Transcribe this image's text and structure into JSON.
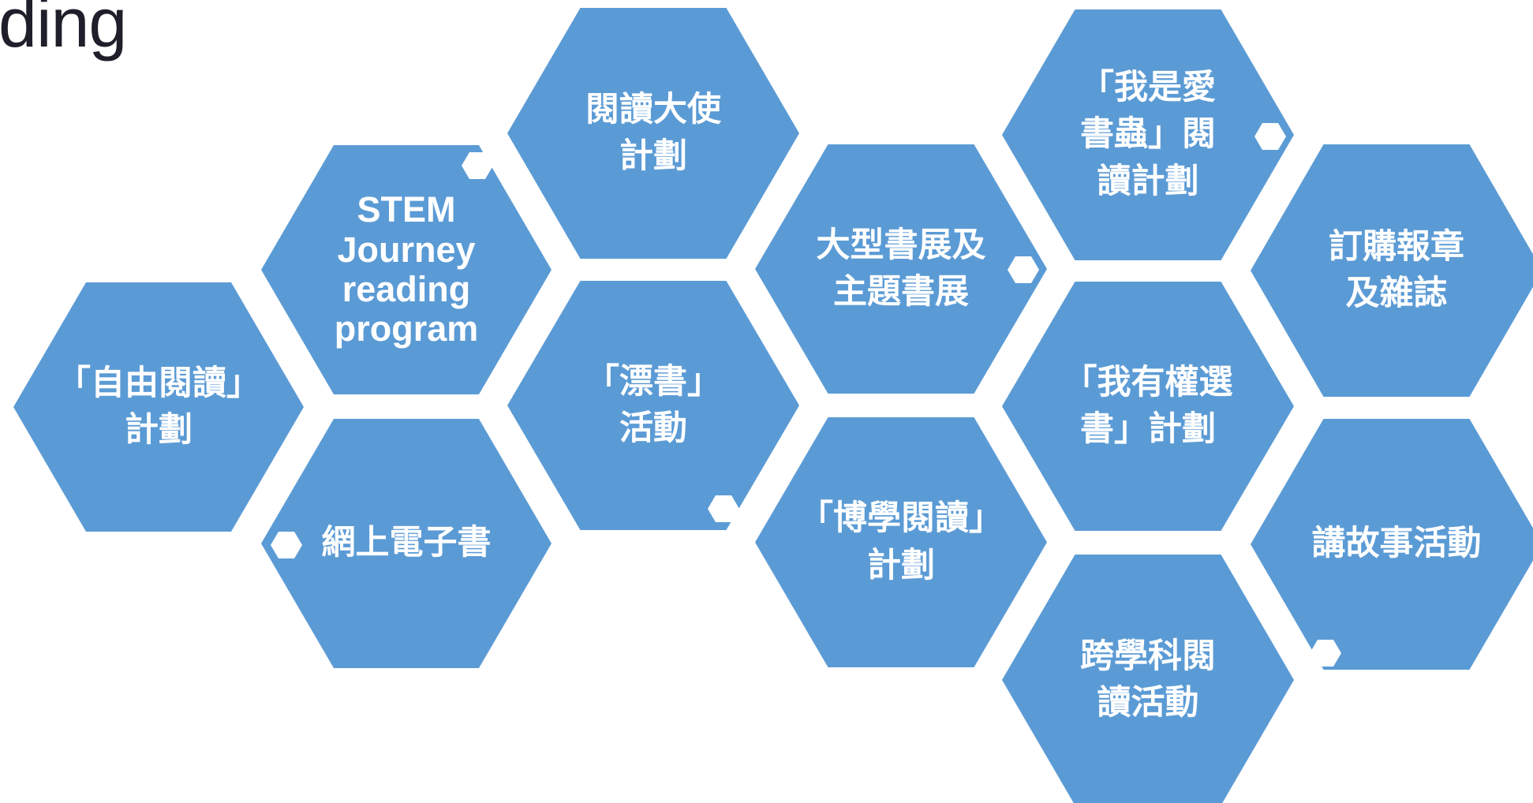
{
  "logo": {
    "text": "ding"
  },
  "hexagons": [
    {
      "id": "free-reading",
      "label": "「自由閱讀」\n計劃"
    },
    {
      "id": "stem-journey",
      "label": "STEM\nJourney\nreading\nprogram"
    },
    {
      "id": "ebooks",
      "label": "網上電子書"
    },
    {
      "id": "ambassador",
      "label": "閱讀大使\n計劃"
    },
    {
      "id": "book-drift",
      "label": "「漂書」\n活動"
    },
    {
      "id": "book-fair",
      "label": "大型書展及\n主題書展"
    },
    {
      "id": "wide-reading",
      "label": "「博學閱讀」\n計劃"
    },
    {
      "id": "bookworm",
      "label": "「我是愛\n書蟲」閱\n讀計劃"
    },
    {
      "id": "right-to-choose",
      "label": "「我有權選\n書」計劃"
    },
    {
      "id": "cross-curricular",
      "label": "跨學科閱\n讀活動"
    },
    {
      "id": "subscriptions",
      "label": "訂購報章\n及雜誌"
    },
    {
      "id": "storytelling",
      "label": "講故事活動"
    }
  ],
  "colors": {
    "hexagon_fill": "#5b9bd5",
    "hexagon_text": "#ffffff",
    "logo_text": "#1f1f2b",
    "logo_accent": "#e4375a",
    "background": "#ffffff"
  }
}
